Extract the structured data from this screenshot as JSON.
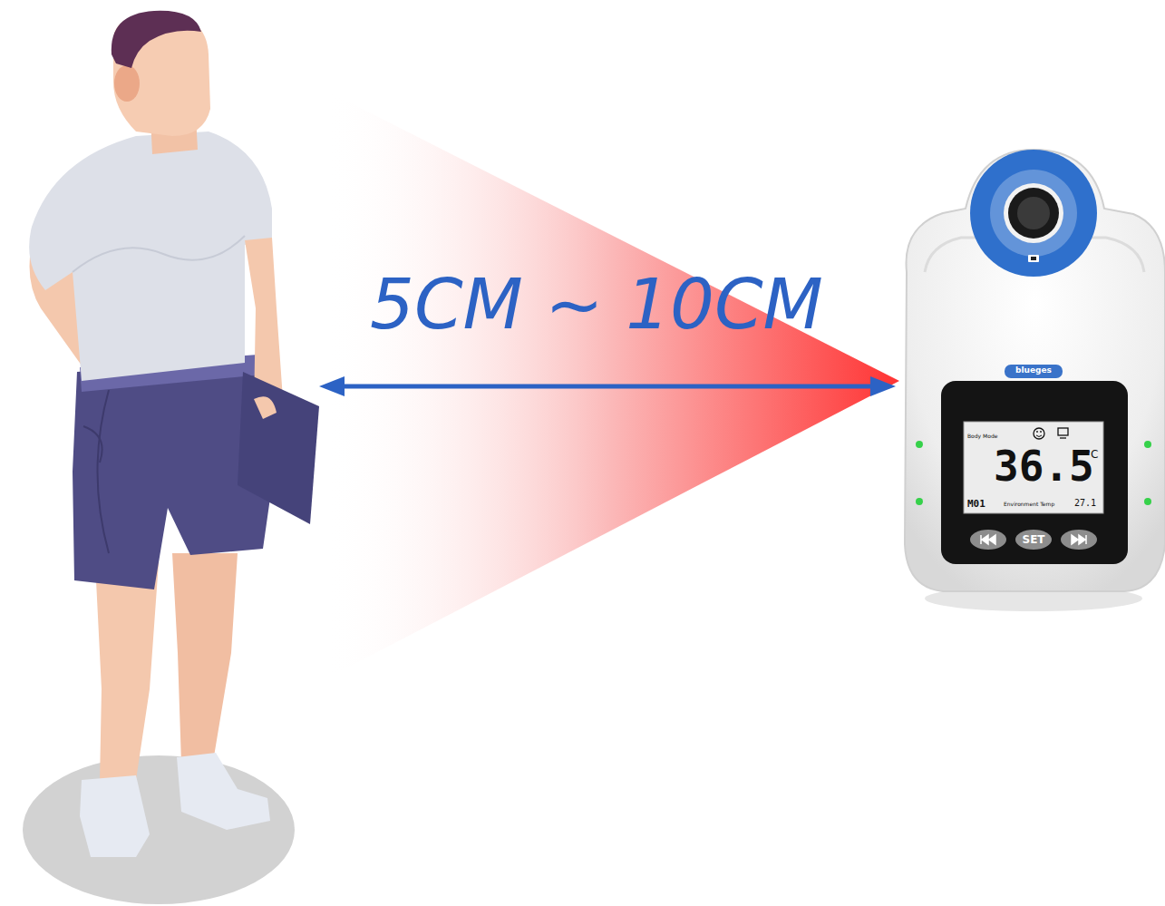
{
  "diagram": {
    "nodes": [
      {
        "text": [
          "Body Mode",
          "36.5",
          "°C",
          "M01",
          "Environment Temp",
          "27.1"
        ]
      },
      {
        "text": [
          "SET"
        ]
      }
    ],
    "labels": [
      "5CM ~ 10CM",
      "blueges"
    ]
  }
}
